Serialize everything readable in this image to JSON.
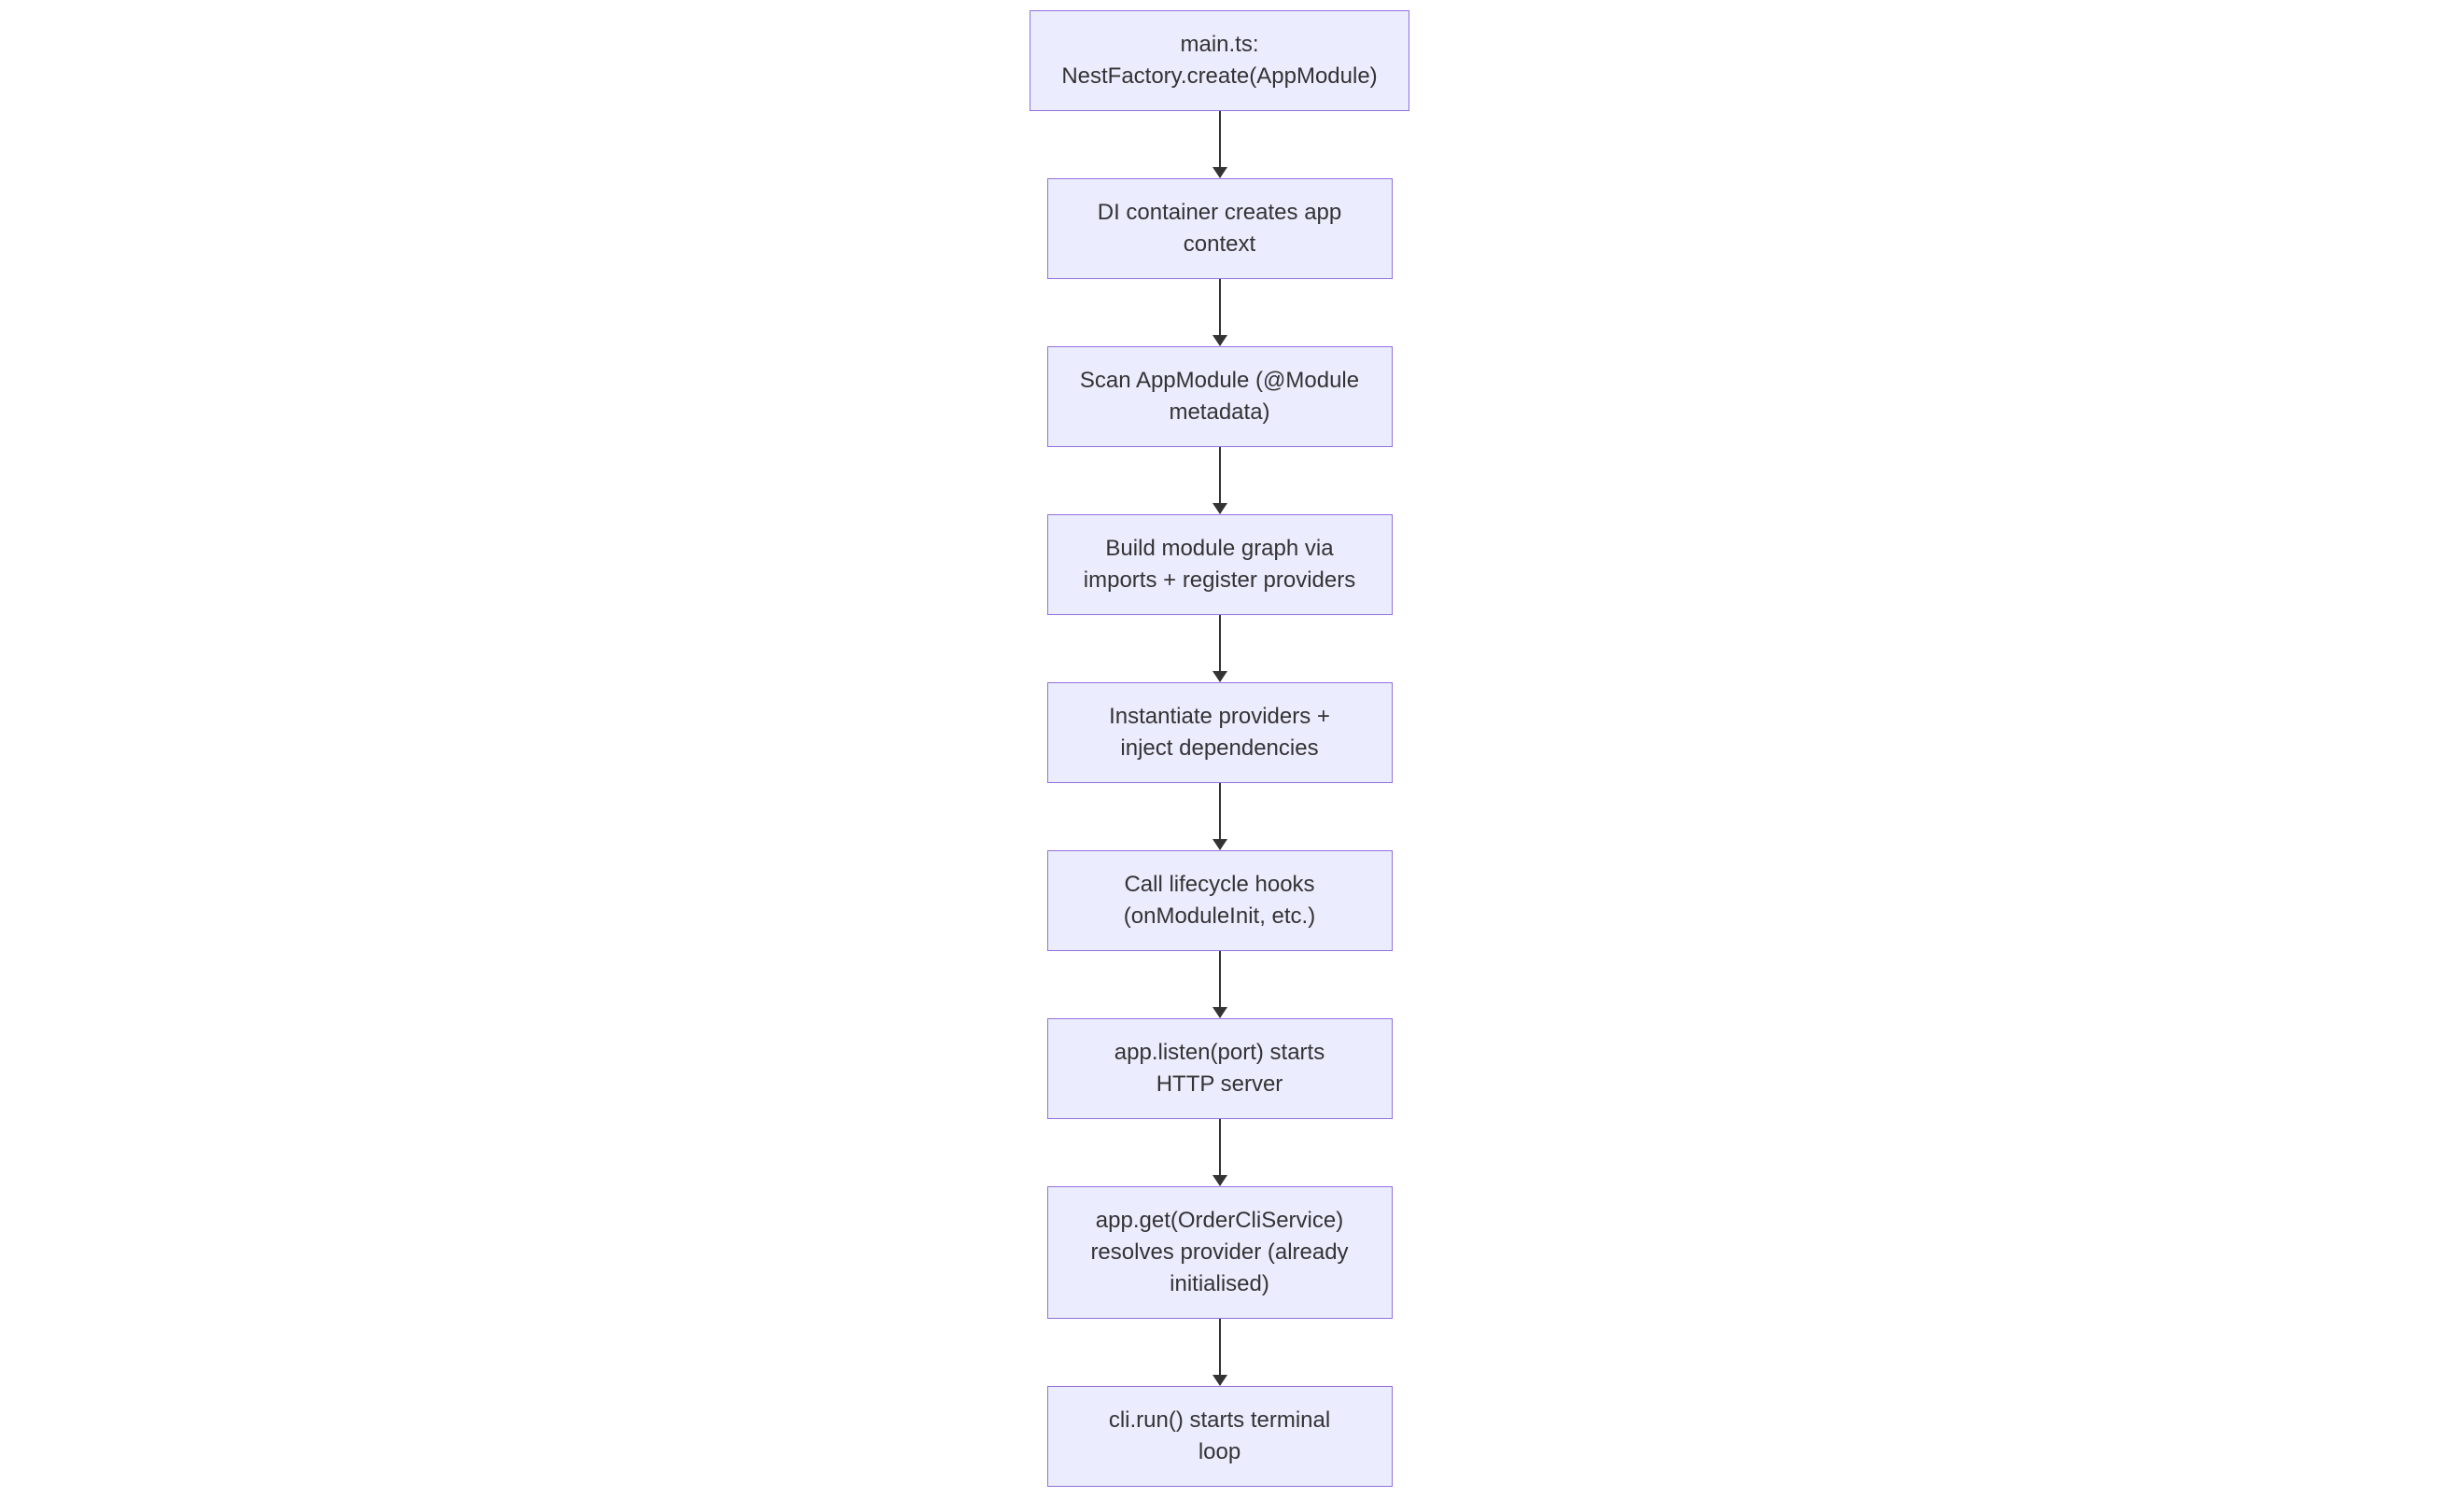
{
  "diagram": {
    "type": "flowchart",
    "direction": "top-down",
    "colors": {
      "background": "#FFFFFF",
      "node_fill": "#ECECFF",
      "node_border": "#9370DB",
      "text": "#333333",
      "arrow": "#333333"
    },
    "nodes": [
      {
        "name": "main-ts",
        "lines": [
          "main.ts:",
          "NestFactory.create(AppModule)"
        ]
      },
      {
        "name": "di-container",
        "lines": [
          "DI container creates app",
          "context"
        ]
      },
      {
        "name": "scan-appmodule",
        "lines": [
          "Scan AppModule (@Module",
          "metadata)"
        ]
      },
      {
        "name": "build-module-graph",
        "lines": [
          "Build module graph via",
          "imports + register providers"
        ]
      },
      {
        "name": "instantiate-providers",
        "lines": [
          "Instantiate providers +",
          "inject dependencies"
        ]
      },
      {
        "name": "lifecycle-hooks",
        "lines": [
          "Call lifecycle hooks",
          "(onModuleInit, etc.)"
        ]
      },
      {
        "name": "app-listen",
        "lines": [
          "app.listen(port) starts",
          "HTTP server"
        ]
      },
      {
        "name": "app-get-ordercliservice",
        "lines": [
          "app.get(OrderCliService)",
          "resolves provider (already",
          "initialised)"
        ]
      },
      {
        "name": "cli-run",
        "lines": [
          "cli.run() starts terminal",
          "loop"
        ]
      }
    ],
    "edges": [
      {
        "from": 0,
        "to": 1
      },
      {
        "from": 1,
        "to": 2
      },
      {
        "from": 2,
        "to": 3
      },
      {
        "from": 3,
        "to": 4
      },
      {
        "from": 4,
        "to": 5
      },
      {
        "from": 5,
        "to": 6
      },
      {
        "from": 6,
        "to": 7
      },
      {
        "from": 7,
        "to": 8
      }
    ]
  }
}
